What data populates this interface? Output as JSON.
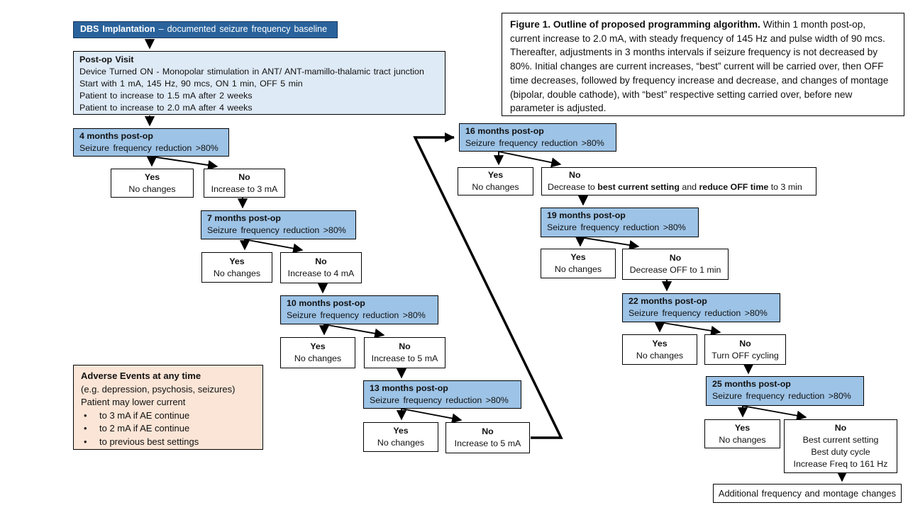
{
  "caption": {
    "bold": "Figure 1. Outline of proposed programming algorithm.",
    "text": " Within 1 month post-op, current increase to 2.0 mA, with steady frequency of 145 Hz and pulse width of 90 mcs. Thereafter, adjustments in 3 months intervals if seizure frequency is not decreased by 80%. Initial changes are current increases, “best” current will be carried over, then OFF time decreases, followed by frequency increase and decrease, and changes of montage (bipolar, double cathode), with “best” respective setting carried over, before new parameter is adjusted."
  },
  "start": {
    "bold": "DBS Implantation",
    "rest": " – documented seizure frequency baseline"
  },
  "postop": {
    "title": "Post-op Visit",
    "lines": [
      "Device Turned ON - Monopolar stimulation in ANT/ ANT-mamillo-thalamic tract junction",
      "Start with 1 mA, 145 Hz, 90 mcs, ON 1 min, OFF 5 min",
      "Patient to increase to 1.5 mA after 2 weeks",
      "Patient to increase to 2.0 mA after 4 weeks"
    ]
  },
  "months": [
    {
      "title": "4 months post-op",
      "subtitle": "Seizure frequency reduction >80%",
      "yes_label": "Yes",
      "yes_text": "No changes",
      "no_label": "No",
      "no_text": "Increase to 3 mA"
    },
    {
      "title": "7 months post-op",
      "subtitle": "Seizure frequency reduction >80%",
      "yes_label": "Yes",
      "yes_text": "No changes",
      "no_label": "No",
      "no_text": "Increase to 4 mA"
    },
    {
      "title": "10 months post-op",
      "subtitle": "Seizure frequency reduction >80%",
      "yes_label": "Yes",
      "yes_text": "No changes",
      "no_label": "No",
      "no_text": "Increase to 5 mA"
    },
    {
      "title": "13 months post-op",
      "subtitle": "Seizure frequency reduction >80%",
      "yes_label": "Yes",
      "yes_text": "No changes",
      "no_label": "No",
      "no_text": "Increase to 5 mA"
    },
    {
      "title": "16 months post-op",
      "subtitle": "Seizure frequency reduction >80%",
      "yes_label": "Yes",
      "yes_text": "No changes",
      "no_label": "No",
      "no_parts": [
        "Decrease to ",
        "best current setting",
        " and ",
        "reduce OFF time",
        " to 3 min"
      ]
    },
    {
      "title": "19 months post-op",
      "subtitle": "Seizure frequency reduction >80%",
      "yes_label": "Yes",
      "yes_text": "No changes",
      "no_label": "No",
      "no_text": "Decrease OFF to 1 min"
    },
    {
      "title": "22 months post-op",
      "subtitle": "Seizure frequency reduction >80%",
      "yes_label": "Yes",
      "yes_text": "No changes",
      "no_label": "No",
      "no_text": "Turn OFF cycling"
    },
    {
      "title": "25 months post-op",
      "subtitle": "Seizure frequency reduction >80%",
      "yes_label": "Yes",
      "yes_text": "No changes",
      "no_label": "No",
      "no_lines": [
        "Best current setting",
        "Best duty cycle",
        "Increase Freq to 161 Hz"
      ]
    }
  ],
  "adverse": {
    "title": "Adverse Events at any time",
    "lines": [
      "(e.g. depression, psychosis, seizures)",
      "Patient may lower current"
    ],
    "bullet": "•",
    "bullets": [
      "to 3 mA if AE continue",
      "to 2 mA if AE continue",
      "to previous best settings"
    ]
  },
  "final": {
    "text": "Additional frequency and montage changes"
  },
  "colors": {
    "start_fill": "#2A639C",
    "month_fill": "#9DC3E6",
    "postop_fill": "#DEEAF6",
    "adverse_fill": "#FBE5D6",
    "line": "#000000"
  }
}
